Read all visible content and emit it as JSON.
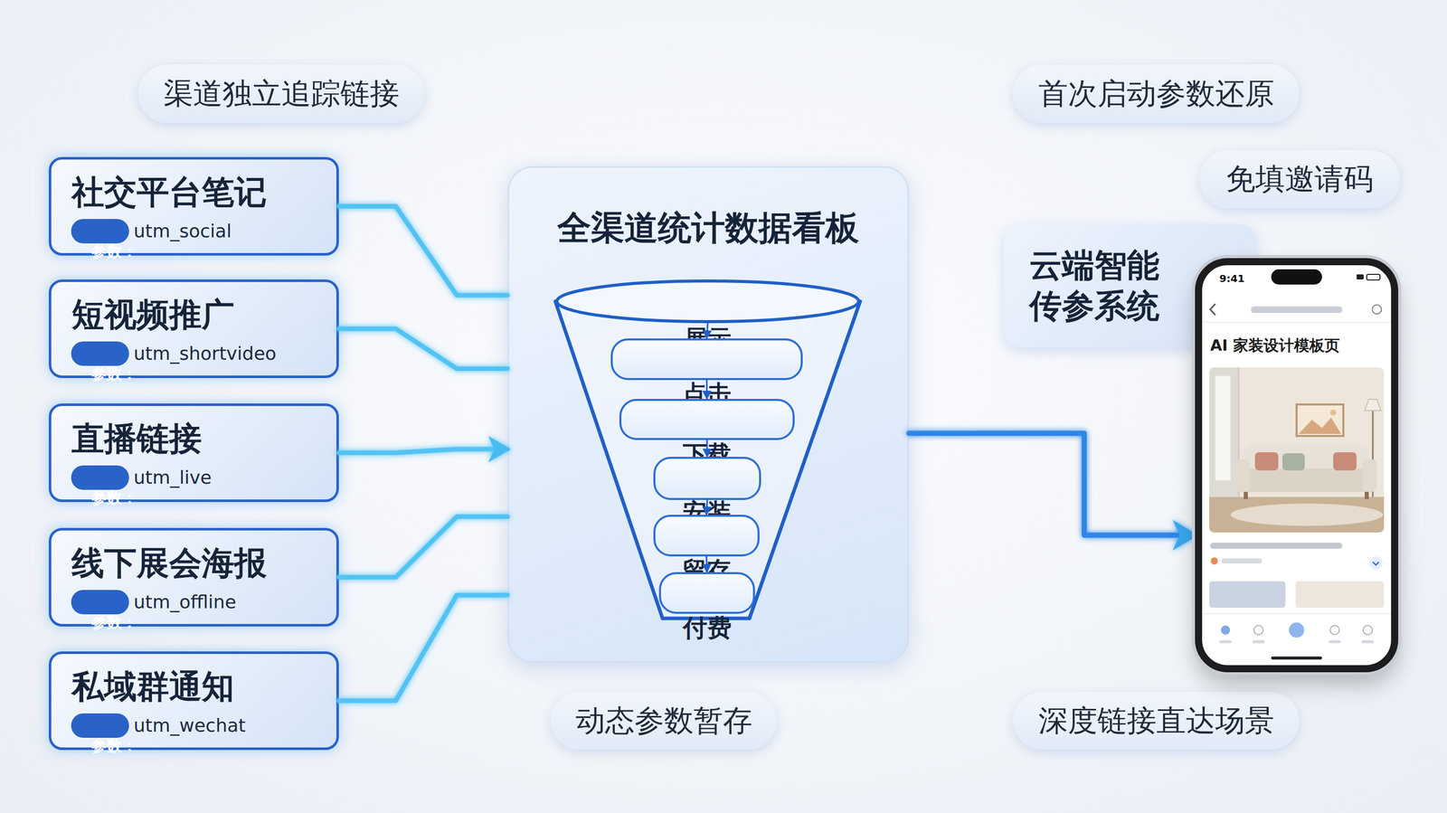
{
  "diagram": {
    "nodes": [
      {
        "text": [
          "渠道独立追踪链接"
        ]
      },
      {
        "text": [
          "社交平台笔记",
          "utm_social"
        ]
      },
      {
        "text": [
          "参数："
        ],
        "in": 1
      },
      {
        "text": [
          "短视频推广",
          "utm_shortvideo"
        ]
      },
      {
        "text": [
          "参数："
        ],
        "in": 3
      },
      {
        "text": [
          "直播链接",
          "utm_live"
        ]
      },
      {
        "text": [
          "参数："
        ],
        "in": 5
      },
      {
        "text": [
          "线下展会海报",
          "utm_offline"
        ]
      },
      {
        "text": [
          "参数："
        ],
        "in": 7
      },
      {
        "text": [
          "私域群通知",
          "utm_wechat"
        ]
      },
      {
        "text": [
          "参数："
        ],
        "in": 9
      },
      {
        "text": [
          "全渠道统计数据看板"
        ]
      },
      {
        "text": [
          "展示"
        ],
        "in": 11
      },
      {
        "text": [
          "点击"
        ],
        "in": 11
      },
      {
        "text": [
          "下载"
        ],
        "in": 11
      },
      {
        "text": [
          "安装"
        ],
        "in": 11
      },
      {
        "text": [
          "留存"
        ],
        "in": 11
      },
      {
        "text": [
          "付费"
        ],
        "in": 11
      },
      {
        "text": [
          "动态参数暂存"
        ]
      },
      {
        "text": [
          "首次启动参数还原"
        ]
      },
      {
        "text": [
          "免填邀请码"
        ]
      },
      {
        "text": [
          "云端智能 传参系统"
        ]
      },
      {
        "text": [
          "9:41",
          "AI 家装设计模板页"
        ]
      },
      {
        "text": [
          "深度链接直达场景"
        ]
      }
    ],
    "edges": [
      {
        "from": 1,
        "to": 11,
        "arrow": "none"
      },
      {
        "from": 3,
        "to": 11,
        "arrow": "none"
      },
      {
        "from": 5,
        "to": 11,
        "arrow": "to"
      },
      {
        "from": 7,
        "to": 11,
        "arrow": "none"
      },
      {
        "from": 9,
        "to": 11,
        "arrow": "none"
      },
      {
        "from": 12,
        "to": 13,
        "arrow": "to"
      },
      {
        "from": 13,
        "to": 14,
        "arrow": "to"
      },
      {
        "from": 14,
        "to": 15,
        "arrow": "to"
      },
      {
        "from": 15,
        "to": 16,
        "arrow": "to"
      },
      {
        "from": 16,
        "to": 17,
        "arrow": "to"
      },
      {
        "from": 11,
        "to": 22,
        "arrow": "to"
      }
    ]
  }
}
